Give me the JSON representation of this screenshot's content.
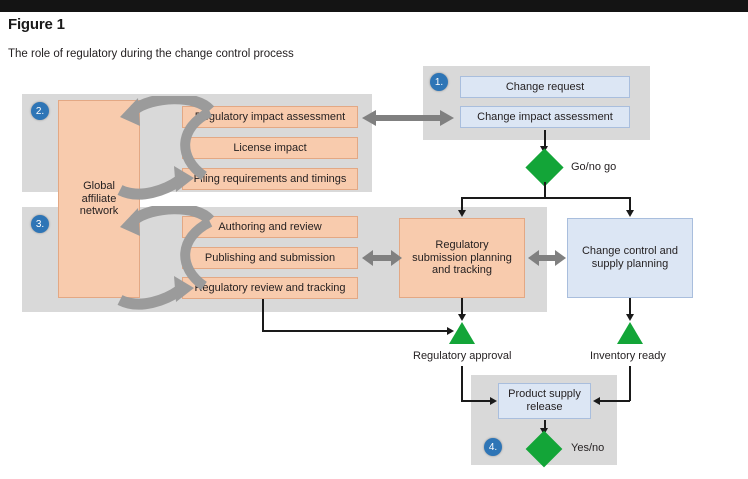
{
  "figure": {
    "title": "Figure 1",
    "subtitle": "The role of regulatory during the change control process"
  },
  "colors": {
    "panel_grey": "#d9d9d9",
    "orange_fill": "#f8cbad",
    "orange_border": "#e3a884",
    "blue_fill": "#dce6f4",
    "blue_border": "#a9bedd",
    "number_badge": "#2e75b6",
    "green": "#13a538",
    "connector": "#1a1a1a",
    "grey_arrow": "#808080",
    "top_bar": "#141414"
  },
  "sections": {
    "one": {
      "number": "1."
    },
    "two": {
      "number": "2."
    },
    "three": {
      "number": "3."
    },
    "four": {
      "number": "4."
    }
  },
  "boxes": {
    "change_request": "Change request",
    "change_impact_assessment": "Change impact assessment",
    "global_affiliate_network": "Global affiliate network",
    "regulatory_impact_assessment": "Regulatory impact assessment",
    "license_impact": "License impact",
    "filing_requirements": "Filing requirements and timings",
    "authoring_and_review": "Authoring and review",
    "publishing_and_submission": "Publishing and submission",
    "regulatory_review_tracking": "Regulatory review and tracking",
    "regulatory_submission_planning": "Regulatory submission planning and tracking",
    "change_control_supply": "Change control and supply planning",
    "product_supply_release": "Product supply release"
  },
  "decisions": {
    "go_no_go": "Go/no go",
    "yes_no": "Yes/no"
  },
  "milestones": {
    "regulatory_approval": "Regulatory approval",
    "inventory_ready": "Inventory ready"
  },
  "icons": {
    "green_diamond": "decision-diamond",
    "green_triangle": "milestone-triangle",
    "grey_double_arrow": "bidirectional-arrow",
    "curved_arrow": "feedback-loop-arrow"
  }
}
